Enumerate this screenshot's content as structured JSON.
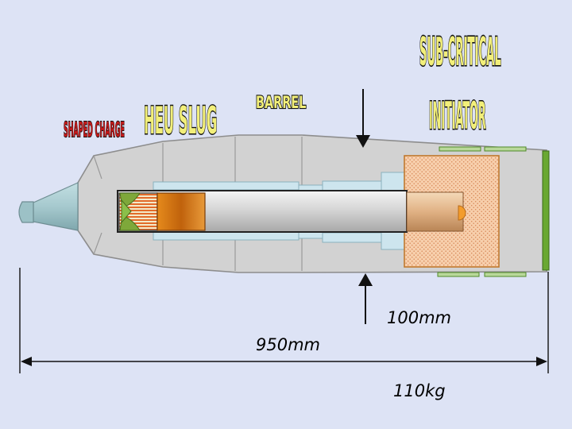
{
  "labels": {
    "shaped_charge": "SHAPED CHARGE",
    "heu_slug": "HEU SLUG",
    "barrel": "BARREL",
    "sub_critical": "SUB-CRITICAL",
    "initiator": "INITIATOR"
  },
  "dimensions": {
    "caliber": "100mm",
    "length": "950mm",
    "mass": "110kg"
  },
  "colors": {
    "background": "#dde3f5",
    "shell_body": "#d2d2d2",
    "nose": "#9cc3c8",
    "end_plate": "#6aa832",
    "label_fill": "#f2ef7a",
    "label_red": "#c21a1a"
  }
}
